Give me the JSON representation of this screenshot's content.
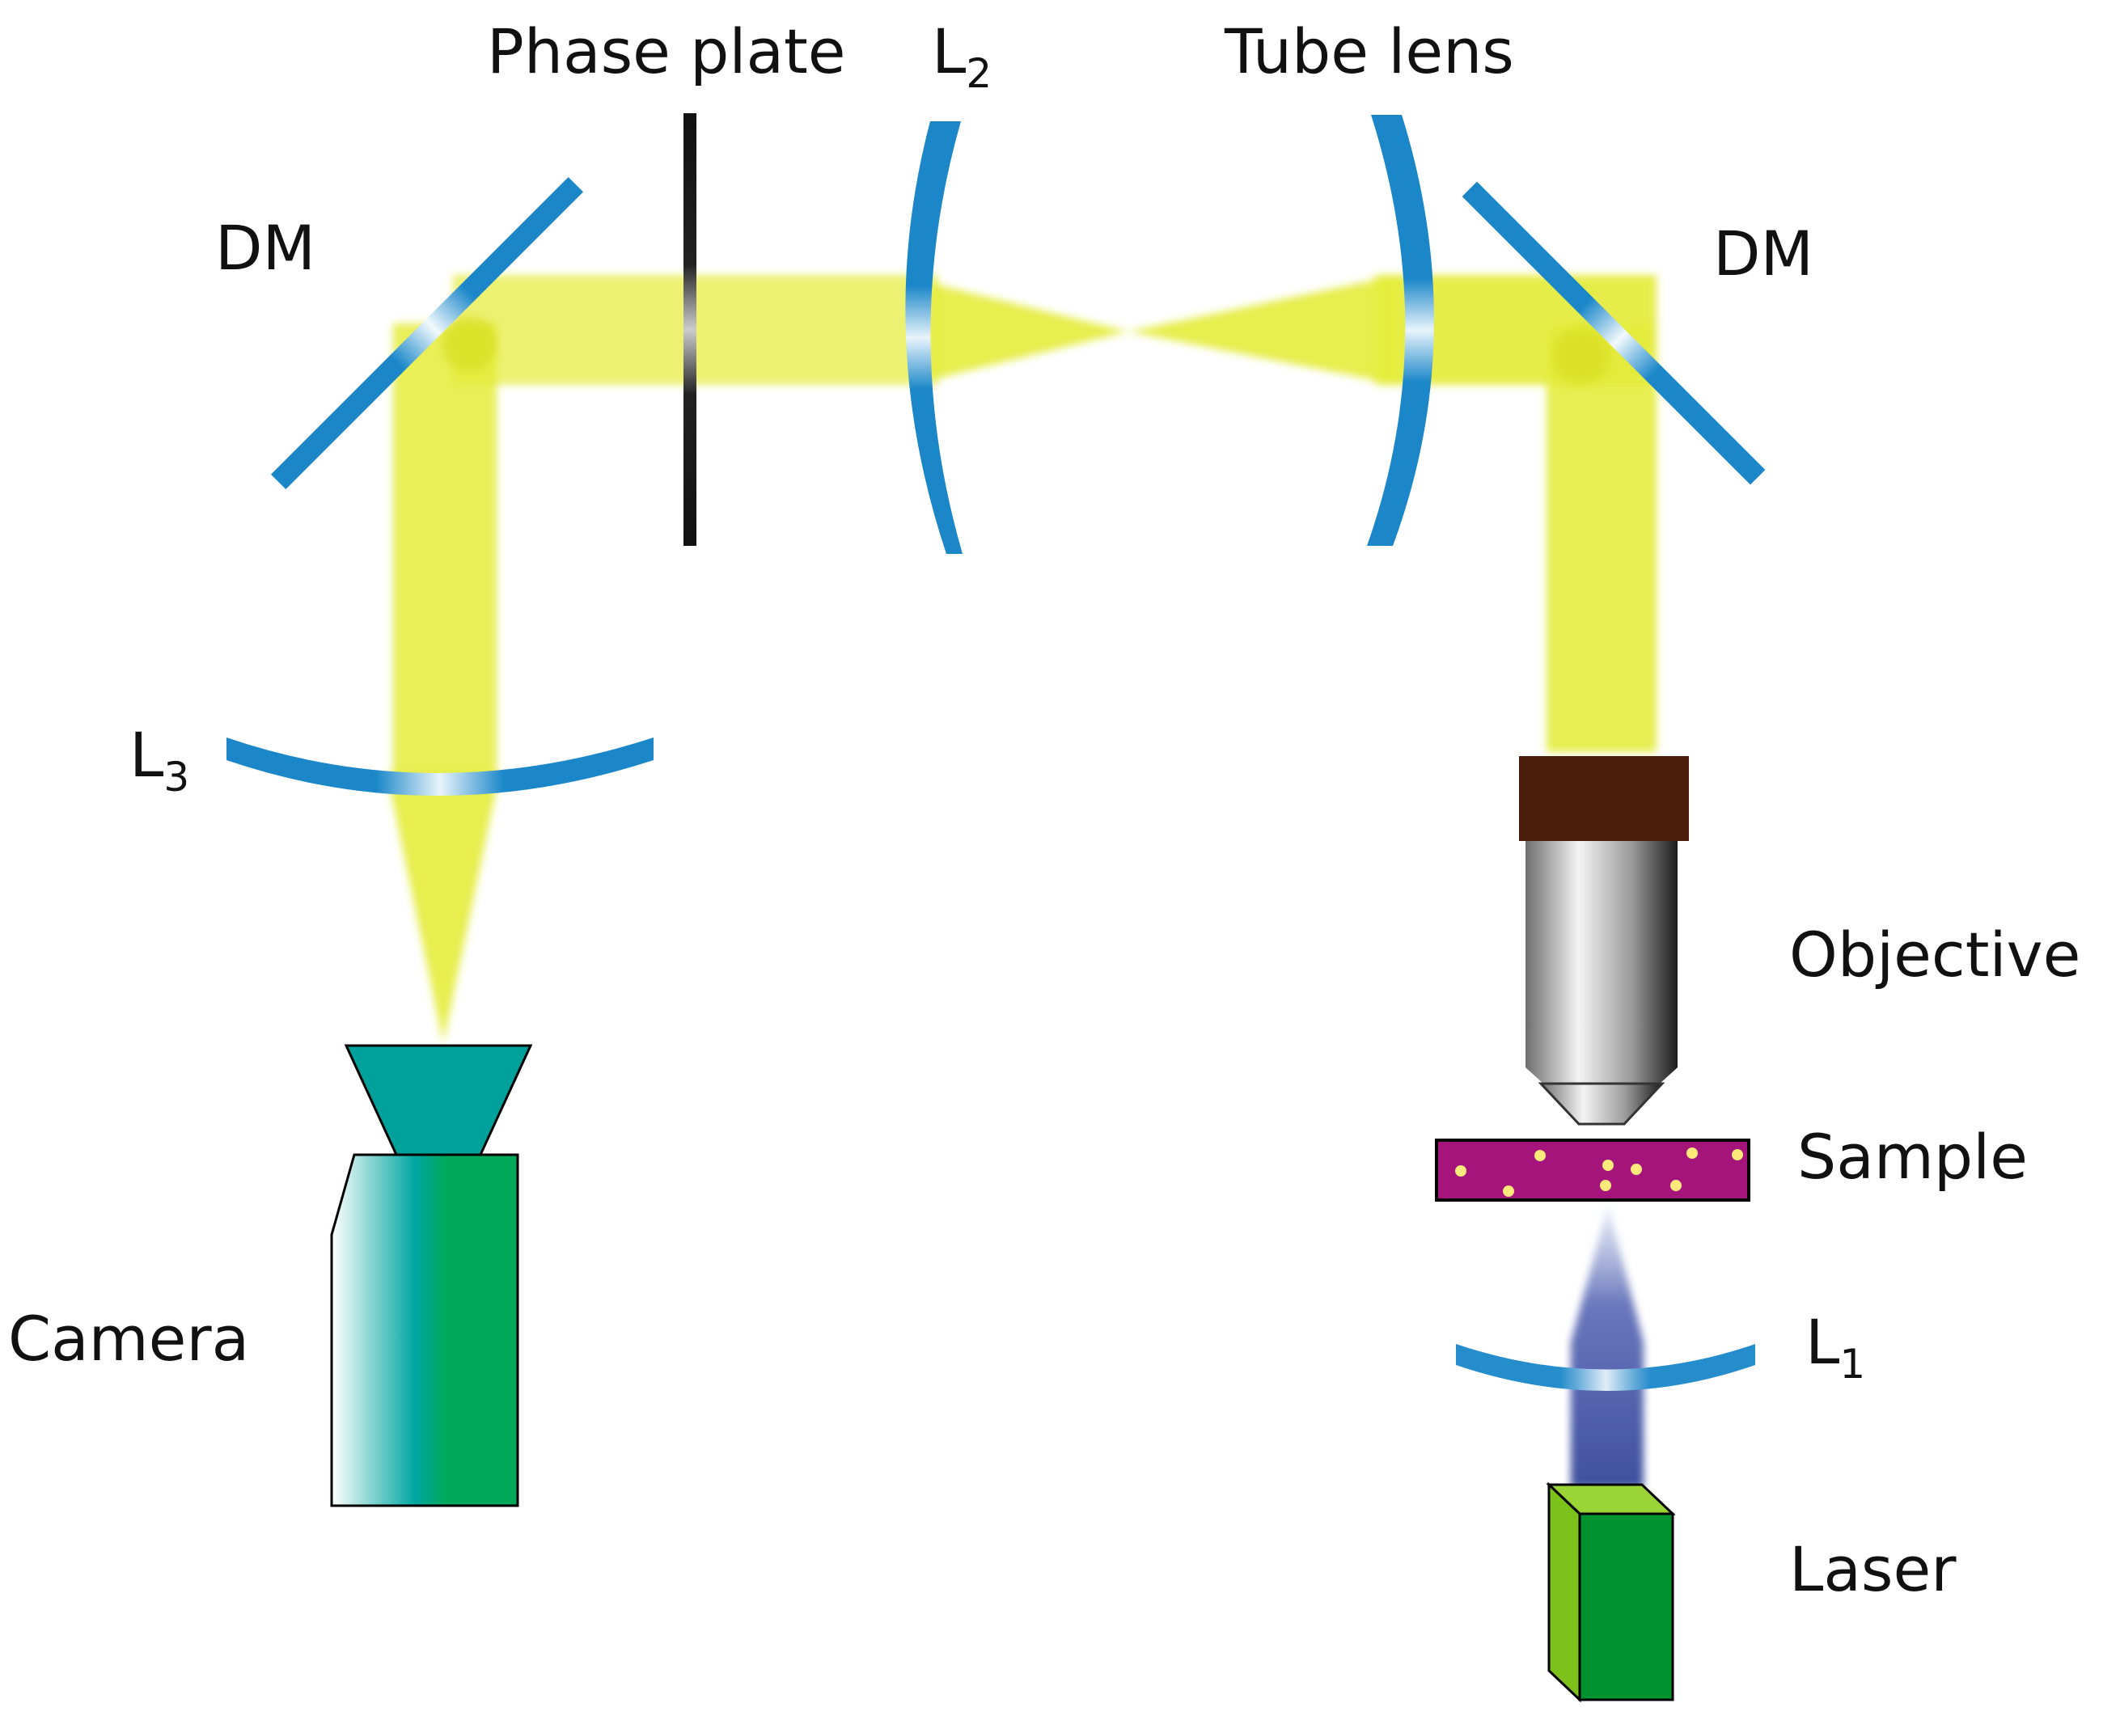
{
  "labels": {
    "phase_plate": "Phase plate",
    "l2_main": "L",
    "l2_sub": "2",
    "tube_lens": "Tube lens",
    "dm_left": "DM",
    "dm_right": "DM",
    "l3_main": "L",
    "l3_sub": "3",
    "objective": "Objective",
    "sample": "Sample",
    "camera": "Camera",
    "l1_main": "L",
    "l1_sub": "1",
    "laser": "Laser"
  },
  "colors": {
    "beam": "#e4ec3a",
    "lens": "#1b87c9",
    "excitation": "#4b5aa8",
    "sample": "#a5147a",
    "particle": "#ffe97a",
    "objective_cap": "#4a1e0a",
    "camera_cone": "#00a19a",
    "camera_body": "#00a85a",
    "laser_front": "#00922f",
    "laser_side": "#7cc21a"
  },
  "icons": [
    "mirror-icon",
    "lens-icon",
    "objective-icon",
    "camera-icon",
    "laser-icon",
    "sample-slide-icon"
  ]
}
